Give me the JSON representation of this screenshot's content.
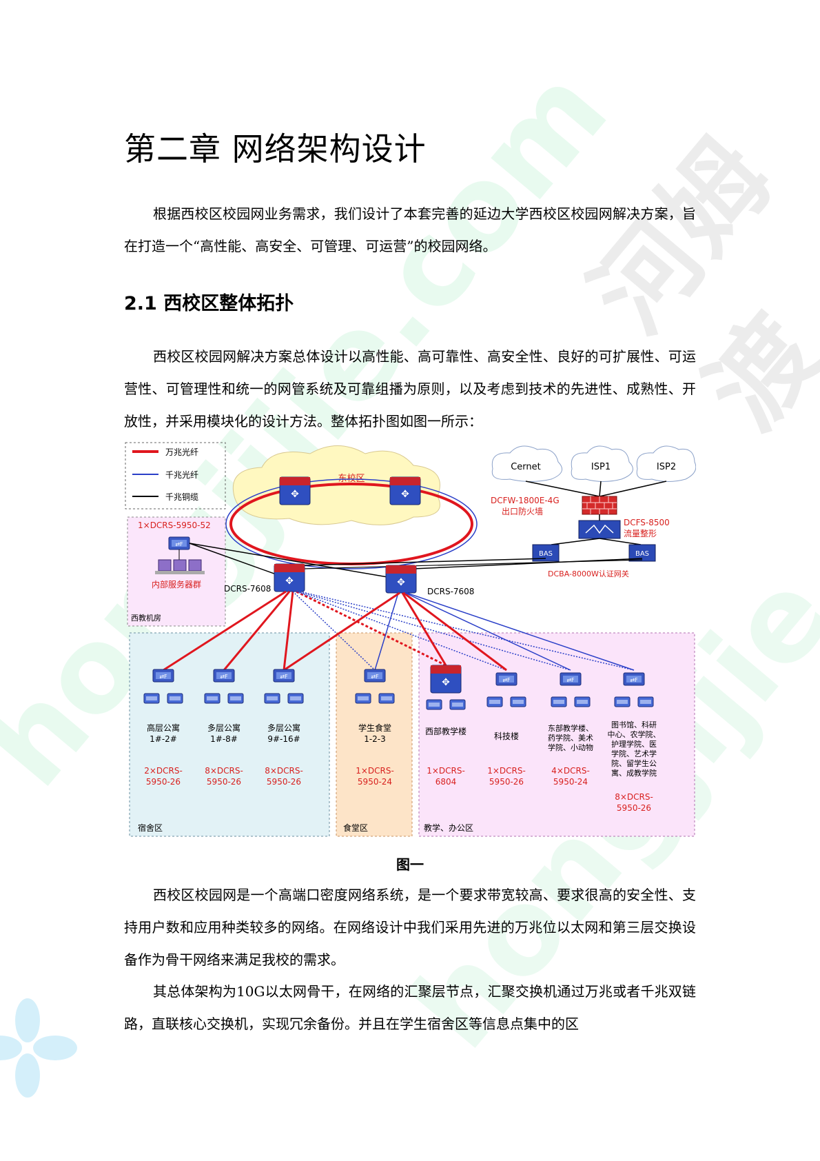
{
  "page": {
    "chapter_title": "第二章  网络架构设计",
    "intro_paragraph": "根据西校区校园网业务需求，我们设计了本套完善的延边大学西校区校园网解决方案，旨在打造一个“高性能、高安全、可管理、可运营”的校园网络。",
    "section_title": "2.1  西校区整体拓扑",
    "design_paragraph": "西校区校园网解决方案总体设计以高性能、高可靠性、高安全性、良好的可扩展性、可运营性、可管理性和统一的网管系统及可靠组播为原则，以及考虑到技术的先进性、成熟性、开放性，并采用模块化的设计方法。整体拓扑图如图一所示：",
    "figure_caption": "图一",
    "body_paragraph_1": "西校区校园网是一个高端口密度网络系统，是一个要求带宽较高、要求很高的安全性、支持用户数和应用种类较多的网络。在网络设计中我们采用先进的万兆位以太网和第三层交换设备作为骨干网络来满足我校的需求。",
    "body_paragraph_2": "其总体架构为10G以太网骨干，在网络的汇聚层节点，汇聚交换机通过万兆或者千兆双链路，直联核心交换机，实现冗余备份。并且在学生宿舍区等信息点集中的区"
  },
  "watermarks": [
    "hongjijie.com",
    "hongjijie.com",
    "河姆渡"
  ],
  "diagram": {
    "legend": {
      "items": [
        {
          "label": "万兆光纤",
          "color": "#e0161e"
        },
        {
          "label": "千兆光纤",
          "color": "#2a3fc8"
        },
        {
          "label": "千兆铜缆",
          "color": "#000000"
        }
      ]
    },
    "east_campus": "东校区",
    "clouds": [
      "Cernet",
      "ISP1",
      "ISP2"
    ],
    "firewall_model": "DCFW-1800E-4G",
    "firewall_label": "出口防火墙",
    "shaper_model": "DCFS-8500",
    "shaper_label": "流量整形",
    "bas_label": "BAS",
    "gateway_label": "DCBA-8000W认证网关",
    "server_room": {
      "model": "1×DCRS-5950-52",
      "servers": "内部服务器群",
      "room": "西教机房"
    },
    "core_left": "DCRS-7608",
    "core_right": "DCRS-7608",
    "zones": {
      "dorm": "宿舍区",
      "canteen": "食堂区",
      "teaching": "教学、办公区"
    },
    "buildings": [
      {
        "name": "高层公寓",
        "sub": "1#-2#",
        "model": "2×DCRS-\n5950-26"
      },
      {
        "name": "多层公寓",
        "sub": "1#-8#",
        "model": "8×DCRS-\n5950-26"
      },
      {
        "name": "多层公寓",
        "sub": "9#-16#",
        "model": "8×DCRS-\n5950-26"
      },
      {
        "name": "学生食堂",
        "sub": "1-2-3",
        "model": "1×DCRS-\n5950-24"
      },
      {
        "name": "西部教学楼",
        "sub": "",
        "model": "1×DCRS-\n6804"
      },
      {
        "name": "科技楼",
        "sub": "",
        "model": "1×DCRS-\n5950-26"
      },
      {
        "name": "东部教学楼、\n药学院、美术\n学院、小动物",
        "sub": "",
        "model": "4×DCRS-\n5950-24"
      },
      {
        "name": "图书馆、科研\n中心、农学院、\n护理学院、医\n学院、艺术学\n院、留学生公\n寓、成教学院",
        "sub": "",
        "model": "8×DCRS-\n5950-26"
      }
    ]
  }
}
